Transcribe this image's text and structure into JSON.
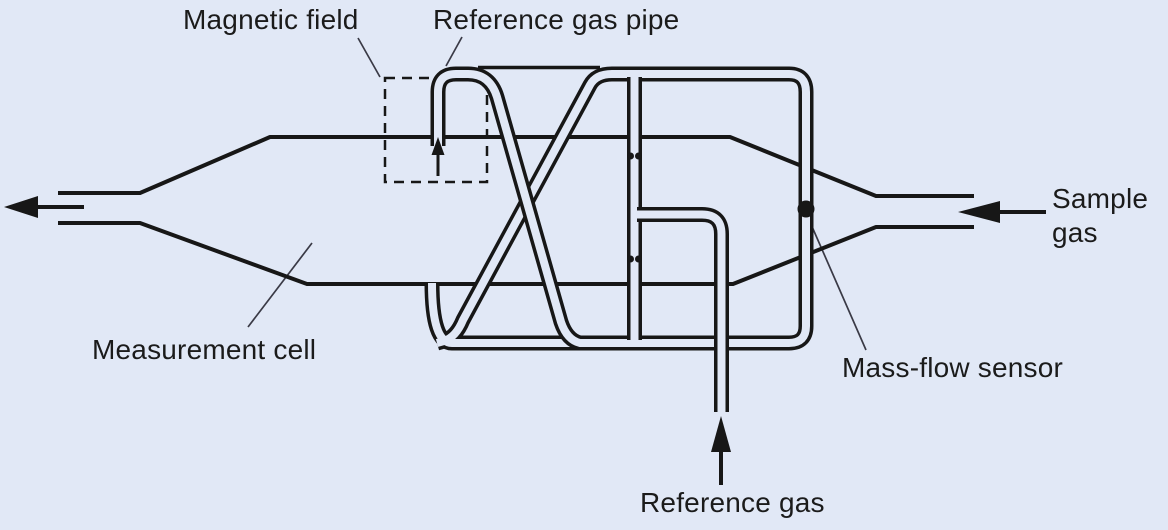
{
  "diagram": {
    "title_semantic": "Paramagnetic oxygen analyzer flow diagram",
    "labels": {
      "magnetic_field": "Magnetic field",
      "reference_gas_pipe": "Reference gas pipe",
      "measurement_cell": "Measurement cell",
      "mass_flow_sensor": "Mass-flow sensor",
      "sample_gas": {
        "line1": "Sample",
        "line2": "gas"
      },
      "reference_gas": "Reference gas"
    },
    "arrows": [
      {
        "name": "exhaust-arrow",
        "direction": "left",
        "meaning": "gas outlet from measurement cell"
      },
      {
        "name": "sample-gas-arrow",
        "direction": "left",
        "meaning": "sample gas inlet"
      },
      {
        "name": "reference-gas-arrow",
        "direction": "up",
        "meaning": "reference gas inlet"
      },
      {
        "name": "magnetic-field-arrow",
        "direction": "up",
        "meaning": "flow into magnetic field zone"
      }
    ],
    "markers": [
      {
        "name": "mass-flow-sensor-dot",
        "shape": "filled-circle"
      },
      {
        "name": "orifice-upper",
        "shape": "pinch"
      },
      {
        "name": "orifice-lower",
        "shape": "pinch"
      },
      {
        "name": "magnetic-field-zone",
        "shape": "dashed-rectangle"
      }
    ]
  },
  "colors": {
    "color-background": "#e1e8f6",
    "color-line": "#171717",
    "color-label": "#1b1b1b",
    "color-leader": "#3a3a46"
  }
}
